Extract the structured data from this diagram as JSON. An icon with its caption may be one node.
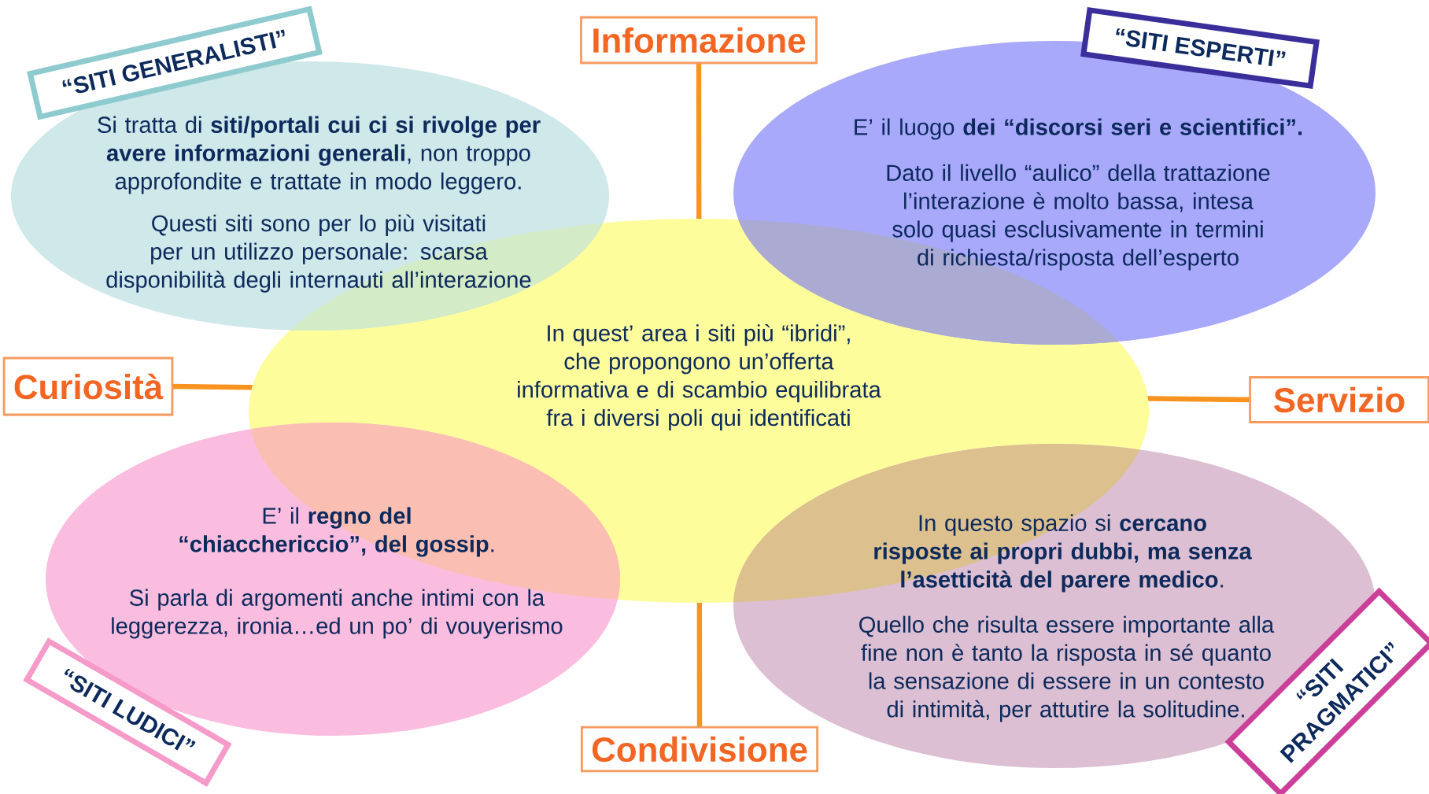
{
  "diagram": {
    "nodes": [
      {
        "text": [
          "“SITI GENERALISTI”"
        ]
      },
      {
        "text": [
          "Informazione"
        ]
      },
      {
        "text": [
          "“SITI ESPERTI”"
        ]
      },
      {
        "text": [
          "Si tratta di **siti/portali cui ci si rivolge per avere informazioni generali**, non troppo approfondite e trattate in modo leggero.",
          "Questi siti sono per lo più visitati per un utilizzo personale: scarsa disponibilità degli internauti all’interazione"
        ]
      },
      {
        "text": [
          "E’ il luogo **dei “discorsi seri e scientifici”.**",
          "Dato il livello “aulico” della trattazione l’interazione è molto bassa, intesa solo quasi esclusivamente in termini di richiesta/risposta dell’esperto"
        ]
      },
      {
        "text": [
          "Curiosità"
        ]
      },
      {
        "text": [
          "In quest’ area i siti più “ibridi”, che propongono un’offerta informativa e di scambio equilibrata fra i diversi poli qui identificati"
        ]
      },
      {
        "text": [
          "Servizio"
        ]
      },
      {
        "text": [
          "E’ il **regno del “chiacchericcio”, del gossip**.",
          "Si parla di argomenti anche intimi con la leggerezza, ironia…ed un po’ di vouyerismo"
        ]
      },
      {
        "text": [
          "In questo spazio si **cercano risposte ai propri dubbi, ma senza l’asetticità del parere medico**.",
          "Quello che risulta essere importante alla fine non è tanto la risposta in sé quanto la sensazione di essere in un contesto di intimità, per attutire la solitudine."
        ]
      },
      {
        "text": [
          "“SITI LUDICI”"
        ]
      },
      {
        "text": [
          "Condivisione"
        ]
      },
      {
        "text": [
          "“SITI PRAGMATICI”"
        ]
      }
    ]
  }
}
